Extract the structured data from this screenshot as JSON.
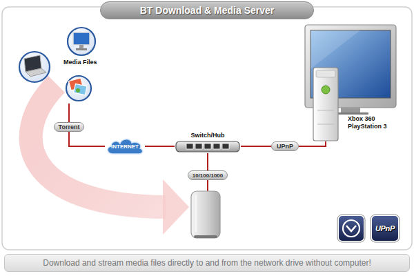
{
  "diagram": {
    "title": "BT Download & Media Server",
    "caption": "Download and stream media files directly to and from the network drive without computer!",
    "nodes": [
      {
        "text": [
          "Media Files"
        ]
      },
      {
        "text": [
          "Torrent"
        ]
      },
      {
        "text": [
          "INTERNET"
        ]
      },
      {
        "text": [
          "Switch/Hub"
        ]
      },
      {
        "text": [
          "UPnP"
        ]
      },
      {
        "text": [
          "Xbox 360 PlayStation 3"
        ]
      },
      {
        "text": [
          "10/100/1000"
        ]
      }
    ],
    "edges": [
      {
        "from": 0,
        "to": 1,
        "arrow": "none"
      },
      {
        "from": 1,
        "to": 2,
        "arrow": "none"
      },
      {
        "from": 2,
        "to": 3,
        "arrow": "none"
      },
      {
        "from": 3,
        "to": 4,
        "arrow": "none"
      },
      {
        "from": 4,
        "to": 5,
        "arrow": "none"
      },
      {
        "from": 3,
        "to": 6,
        "arrow": "none"
      }
    ],
    "labels": [
      "UPnP"
    ]
  }
}
